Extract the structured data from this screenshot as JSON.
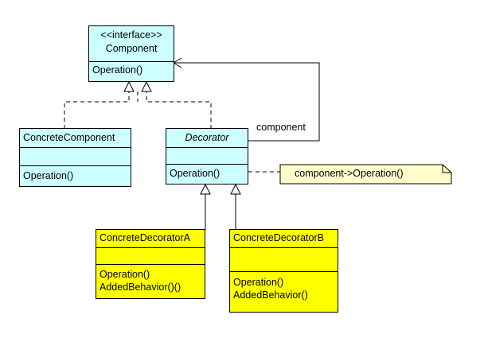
{
  "interface_class": {
    "stereotype": "<<interface>>",
    "name": "Component",
    "operations": [
      "Operation()"
    ]
  },
  "concrete_component": {
    "name": "ConcreteComponent",
    "operations": [
      "Operation()"
    ]
  },
  "decorator": {
    "name": "Decorator",
    "operations": [
      "Operation()"
    ]
  },
  "decorator_a": {
    "name": "ConcreteDecoratorA",
    "operations": [
      "Operation()",
      "AddedBehavior()()"
    ]
  },
  "decorator_b": {
    "name": "ConcreteDecoratorB",
    "operations": [
      "Operation()",
      "AddedBehavior()"
    ]
  },
  "association_label": "component",
  "note_text": "component->Operation()",
  "colors": {
    "class_fill": "#ccffff",
    "concrete_decorator_fill": "#ffff00",
    "note_fill": "#ffffcc",
    "line": "#000000"
  }
}
